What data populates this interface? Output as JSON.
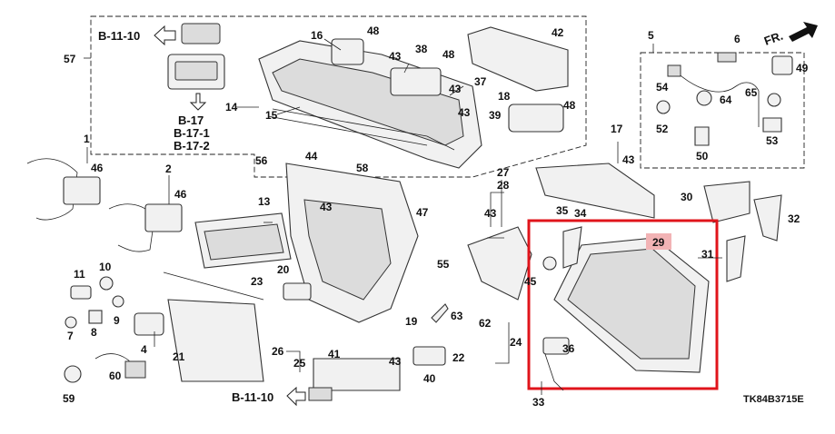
{
  "callouts": {
    "c57": "57",
    "c16": "16",
    "c48a": "48",
    "c38": "38",
    "c43a": "43",
    "c48b": "48",
    "c42": "42",
    "c5": "5",
    "c6": "6",
    "c49": "49",
    "c14": "14",
    "c15": "15",
    "c37": "37",
    "c43b": "43",
    "c18": "18",
    "c43c": "43",
    "c39": "39",
    "c48c": "48",
    "c54": "54",
    "c64": "64",
    "c65": "65",
    "c52": "52",
    "c53": "53",
    "c50": "50",
    "c17": "17",
    "c43d": "43",
    "c1": "1",
    "c46a": "46",
    "c2": "2",
    "c46b": "46",
    "c56": "56",
    "c44": "44",
    "c58": "58",
    "c13": "13",
    "c43e": "43",
    "c47": "47",
    "c27": "27",
    "c28": "28",
    "c43f": "43",
    "c35": "35",
    "c34": "34",
    "c30": "30",
    "c32": "32",
    "c29": "29",
    "c31": "31",
    "c11": "11",
    "c10": "10",
    "c20": "20",
    "c23": "23",
    "c55": "55",
    "c45": "45",
    "c7": "7",
    "c8": "8",
    "c9": "9",
    "c19": "19",
    "c63": "63",
    "c62": "62",
    "c24": "24",
    "c4": "4",
    "c36": "36",
    "c21": "21",
    "c26": "26",
    "c41": "41",
    "c25": "25",
    "c43g": "43",
    "c22": "22",
    "c40": "40",
    "c60": "60",
    "c59": "59",
    "c33": "33"
  },
  "refs": {
    "top": "B-11-10",
    "b17": "B-17",
    "b171": "B-17-1",
    "b172": "B-17-2",
    "bottom": "B-11-10"
  },
  "direction_label": "FR.",
  "document_code": "TK84B3715E",
  "colors": {
    "highlight": "#e0141b",
    "highlight_label_bg": "#f2b3b5"
  },
  "icons": {
    "direction": "arrow-right-icon",
    "reference": "arrow-left-icon"
  }
}
